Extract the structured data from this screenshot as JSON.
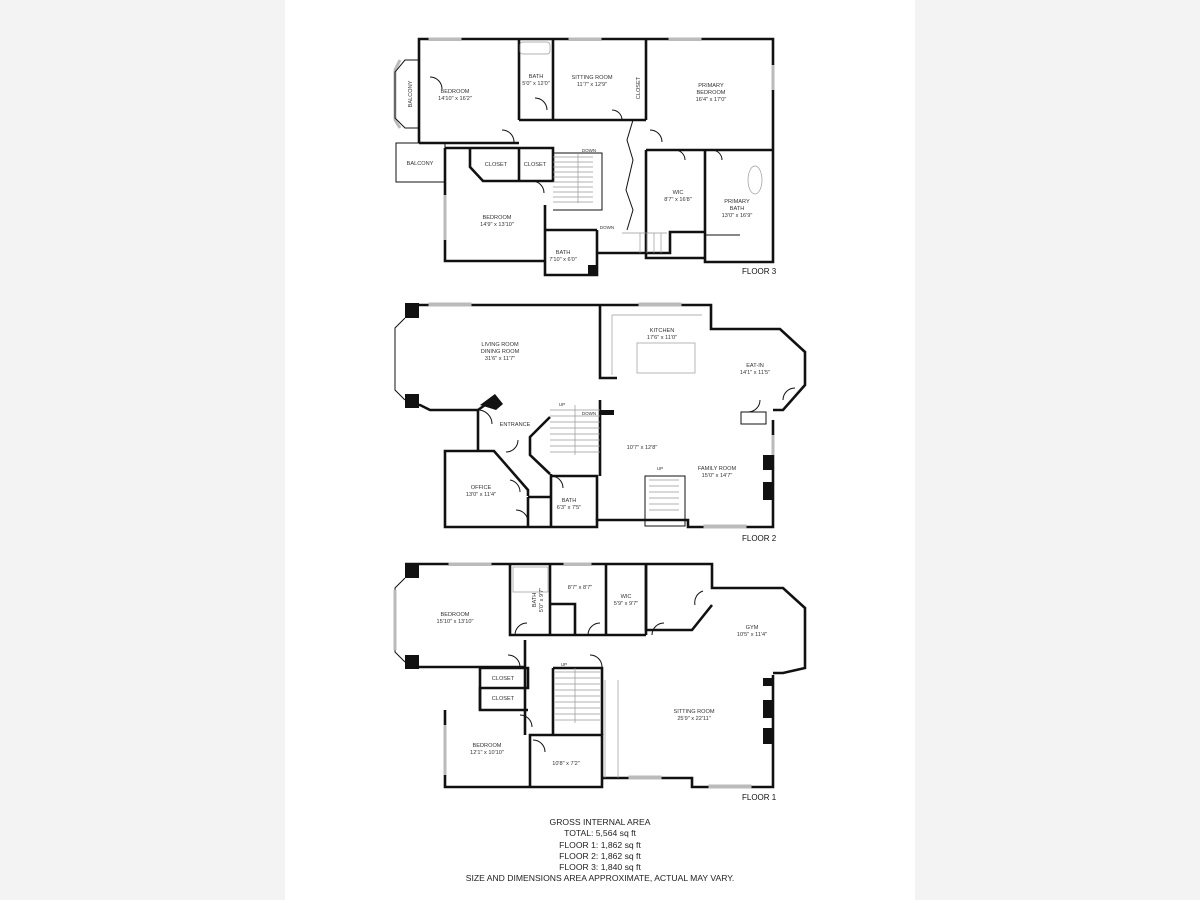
{
  "floors": {
    "floor3": {
      "label": "FLOOR 3",
      "rooms": {
        "balcony_a": "BALCONY",
        "balcony_b": "BALCONY",
        "bedroom_a": {
          "name": "BEDROOM",
          "dim": "14'10\" x 16'2\""
        },
        "bath_a": {
          "name": "BATH",
          "dim": "5'0\" x 12'0\""
        },
        "sitting": {
          "name": "SITTING ROOM",
          "dim": "11'7\" x 12'9\""
        },
        "closet_a": "CLOSET",
        "primary_bed": {
          "name1": "PRIMARY",
          "name2": "BEDROOM",
          "dim": "16'4\" x 17'0\""
        },
        "closet_b": "CLOSET",
        "closet_c": "CLOSET",
        "down_a": "DOWN",
        "down_b": "DOWN",
        "bedroom_b": {
          "name": "BEDROOM",
          "dim": "14'9\" x 13'10\""
        },
        "wic": {
          "name": "WIC",
          "dim": "8'7\" x 16'8\""
        },
        "primary_bath": {
          "name1": "PRIMARY",
          "name2": "BATH",
          "dim": "13'0\" x 16'9\""
        },
        "bath_b": {
          "name": "BATH",
          "dim": "7'10\" x 6'0\""
        }
      }
    },
    "floor2": {
      "label": "FLOOR 2",
      "rooms": {
        "living": {
          "name1": "LIVING ROOM",
          "name2": "DINING ROOM",
          "dim": "31'6\" x 11'7\""
        },
        "kitchen": {
          "name": "KITCHEN",
          "dim": "17'6\" x 11'0\""
        },
        "eatin": {
          "name": "EAT-IN",
          "dim": "14'1\" x 11'5\""
        },
        "entrance": "ENTRANCE",
        "up": "UP",
        "down": "DOWN",
        "hall_dim": "10'7\" x 12'8\"",
        "family": {
          "name": "FAMILY ROOM",
          "dim": "15'0\" x 14'7\""
        },
        "up_b": "UP",
        "office": {
          "name": "OFFICE",
          "dim": "13'0\" x 11'4\""
        },
        "bath": {
          "name": "BATH",
          "dim": "6'3\" x 7'5\""
        }
      }
    },
    "floor1": {
      "label": "FLOOR 1",
      "rooms": {
        "bedroom_a": {
          "name": "BEDROOM",
          "dim": "15'10\" x 13'10\""
        },
        "bath": {
          "name": "BATH",
          "dim": "5'0\" x 9'7\""
        },
        "room_a_dim": "8'7\" x 8'7\"",
        "wic": {
          "name": "WIC",
          "dim": "5'9\" x 9'7\""
        },
        "gym": {
          "name": "GYM",
          "dim": "10'5\" x 11'4\""
        },
        "up": "UP",
        "closet_a": "CLOSET",
        "closet_b": "CLOSET",
        "sitting": {
          "name": "SITTING ROOM",
          "dim": "25'9\" x 22'11\""
        },
        "bedroom_b": {
          "name": "BEDROOM",
          "dim": "12'1\" x 10'10\""
        },
        "room_b_dim": "10'8\" x 7'2\""
      }
    }
  },
  "footer": {
    "title": "GROSS INTERNAL AREA",
    "total": "TOTAL: 5,564 sq ft",
    "floor1": "FLOOR 1: 1,862 sq ft",
    "floor2": "FLOOR 2: 1,862 sq ft",
    "floor3": "FLOOR 3: 1,840 sq ft",
    "disclaimer": "SIZE AND DIMENSIONS AREA APPROXIMATE, ACTUAL MAY VARY."
  }
}
